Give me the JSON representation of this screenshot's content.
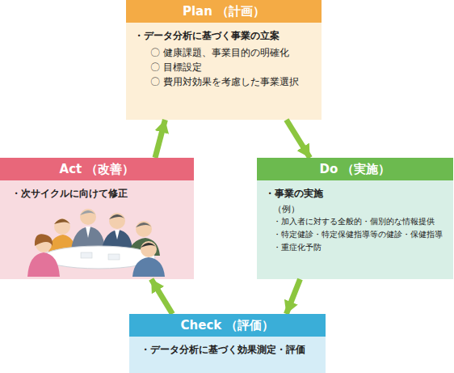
{
  "diagram": {
    "nodes": [
      {
        "text": [
          "Plan （計画）",
          "・データ分析に基づく事業の立案",
          "〇 健康課題、事業目的の明確化",
          "〇 目標設定",
          "〇 費用対効果を考慮した事業選択"
        ]
      },
      {
        "text": [
          "Do （実施）",
          "・事業の実施",
          "（例）",
          "・加入者に対する全般的・個別的な情報提供",
          "・特定健診・特定保健指導等の健診・保健指導",
          "・重症化予防"
        ]
      },
      {
        "text": [
          "Check （評価）",
          "・データ分析に基づく効果測定・評価"
        ]
      },
      {
        "text": [
          "Act （改善）",
          "・次サイクルに向けて修正"
        ]
      }
    ],
    "edges": [
      {
        "from": 0,
        "to": 1,
        "arrow": "to"
      },
      {
        "from": 1,
        "to": 2,
        "arrow": "to"
      },
      {
        "from": 2,
        "to": 3,
        "arrow": "to"
      },
      {
        "from": 3,
        "to": 0,
        "arrow": "to"
      }
    ]
  }
}
